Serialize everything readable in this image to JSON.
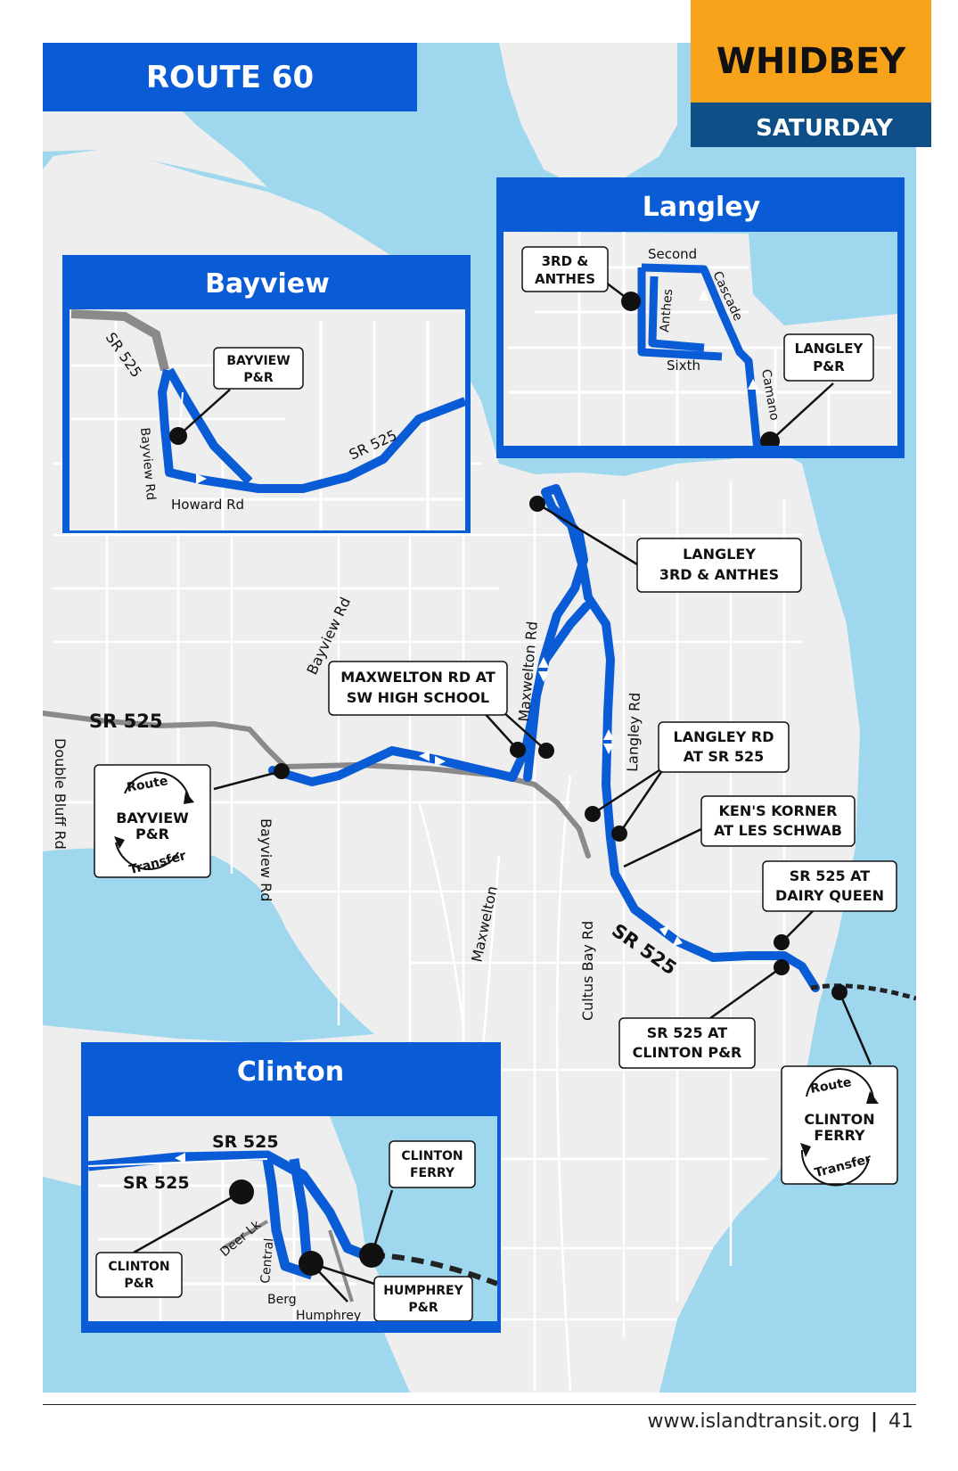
{
  "header": {
    "route_title": "ROUTE 60",
    "region": "WHIDBEY",
    "day": "SATURDAY"
  },
  "colors": {
    "water": "#9fd7ee",
    "land": "#eeeeee",
    "road": "#ffffff",
    "route_blue": "#0a5bd6",
    "region_orange": "#f7a21b",
    "day_navy": "#0d4f86",
    "highway_gray": "#8a8a8a"
  },
  "insets": {
    "bayview": {
      "title": "Bayview",
      "stop_label_line1": "BAYVIEW",
      "stop_label_line2": "P&R",
      "road_sr525_a": "SR 525",
      "road_sr525_b": "SR 525",
      "road_bayview": "Bayview Rd",
      "road_howard": "Howard Rd"
    },
    "langley": {
      "title": "Langley",
      "stop1_line1": "3RD &",
      "stop1_line2": "ANTHES",
      "stop2_line1": "LANGLEY",
      "stop2_line2": "P&R",
      "road_second": "Second",
      "road_cascade": "Cascade",
      "road_anthes": "Anthes",
      "road_sixth": "Sixth",
      "road_camano": "Camano"
    },
    "clinton": {
      "title": "Clinton",
      "road_sr525_a": "SR 525",
      "road_sr525_b": "SR 525",
      "road_deer": "Deer Lk",
      "road_central": "Central",
      "road_berg": "Berg",
      "road_humphrey": "Humphrey",
      "stop1_line1": "CLINTON",
      "stop1_line2": "FERRY",
      "stop2_line1": "CLINTON",
      "stop2_line2": "P&R",
      "stop3_line1": "HUMPHREY",
      "stop3_line2": "P&R"
    }
  },
  "main_map": {
    "stops": [
      {
        "line1": "LANGLEY",
        "line2": "3RD & ANTHES"
      },
      {
        "line1": "MAXWELTON RD AT",
        "line2": "SW HIGH SCHOOL"
      },
      {
        "line1": "LANGLEY RD",
        "line2": "AT SR 525"
      },
      {
        "line1": "KEN'S KORNER",
        "line2": "AT LES SCHWAB"
      },
      {
        "line1": "SR 525 AT",
        "line2": "DAIRY QUEEN"
      },
      {
        "line1": "SR 525 AT",
        "line2": "CLINTON P&R"
      }
    ],
    "transfer_points": [
      {
        "top": "Route",
        "line1": "BAYVIEW",
        "line2": "P&R",
        "bottom": "Transfer"
      },
      {
        "top": "Route",
        "line1": "CLINTON",
        "line2": "FERRY",
        "bottom": "Transfer"
      }
    ],
    "roads": {
      "sr525_west": "SR 525",
      "sr525_east": "SR 525",
      "double_bluff": "Double Bluff Rd",
      "bayview_north": "Bayview Rd",
      "bayview_south": "Bayview Rd",
      "maxwelton_north": "Maxwelton Rd",
      "maxwelton_south": "Maxwelton",
      "langley_rd": "Langley Rd",
      "cultus_bay": "Cultus Bay Rd"
    }
  },
  "footer": {
    "website": "www.islandtransit.org",
    "separator": "|",
    "page_number": "41"
  }
}
